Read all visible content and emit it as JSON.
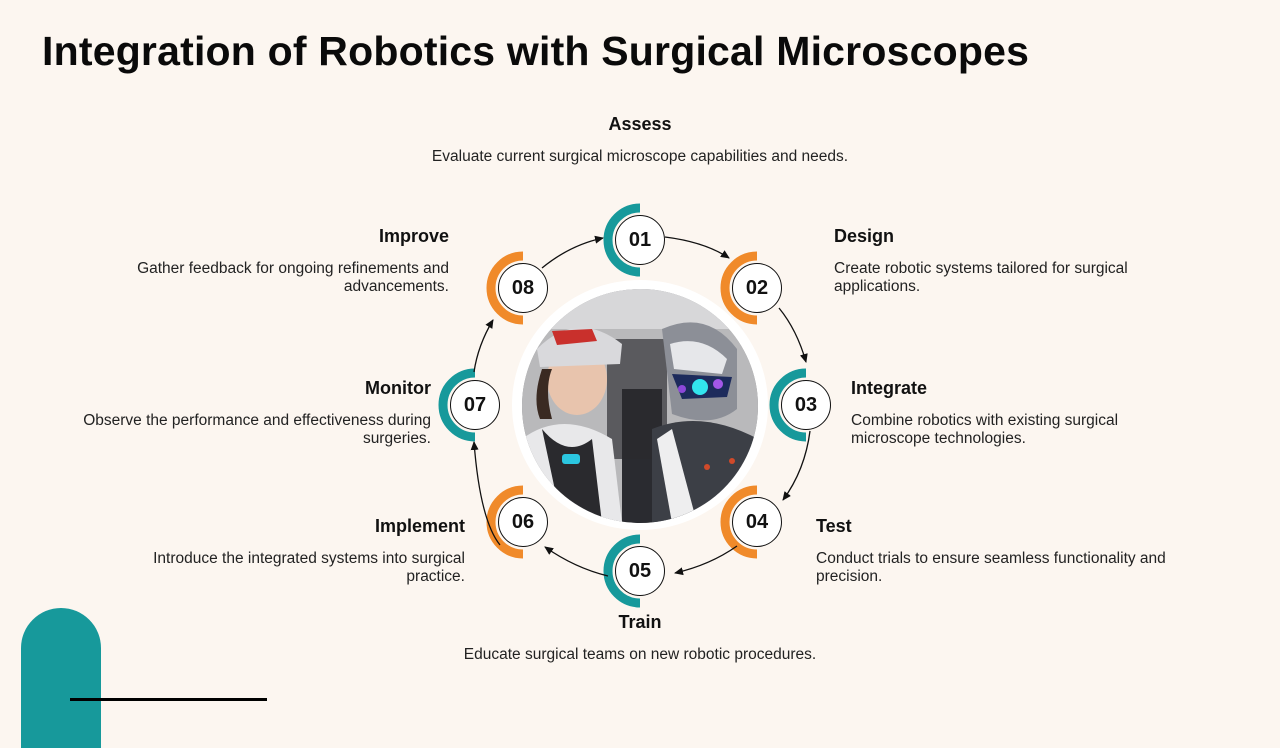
{
  "slide": {
    "title": "Integration of Robotics with Surgical Microscopes",
    "accent_colors": {
      "teal": "#17999b",
      "orange": "#f08a2a",
      "background": "#fcf6f0"
    }
  },
  "center_image": {
    "description": "Woman wearing a white/red headset beside a humanoid robot with glowing cyan visor"
  },
  "steps": [
    {
      "number": "01",
      "title": "Assess",
      "description": "Evaluate current surgical microscope capabilities and needs.",
      "accent": "teal"
    },
    {
      "number": "02",
      "title": "Design",
      "description": "Create robotic systems tailored for surgical applications.",
      "accent": "orange"
    },
    {
      "number": "03",
      "title": "Integrate",
      "description": "Combine robotics with existing surgical microscope technologies.",
      "accent": "teal"
    },
    {
      "number": "04",
      "title": "Test",
      "description": "Conduct trials to ensure seamless functionality and precision.",
      "accent": "orange"
    },
    {
      "number": "05",
      "title": "Train",
      "description": "Educate surgical teams on new robotic procedures.",
      "accent": "teal"
    },
    {
      "number": "06",
      "title": "Implement",
      "description": "Introduce the integrated systems into surgical practice.",
      "accent": "orange"
    },
    {
      "number": "07",
      "title": "Monitor",
      "description": "Observe the performance and effectiveness during surgeries.",
      "accent": "teal"
    },
    {
      "number": "08",
      "title": "Improve",
      "description": "Gather feedback for ongoing refinements and advancements.",
      "accent": "orange"
    }
  ]
}
